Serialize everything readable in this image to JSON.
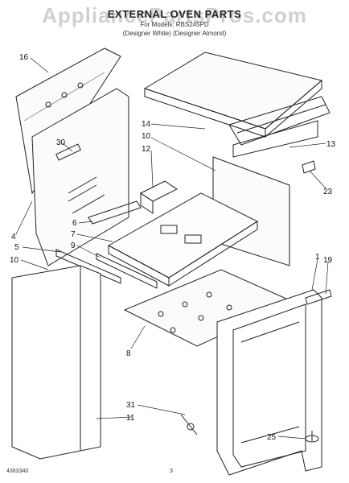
{
  "header": {
    "title": "EXTERNAL OVEN PARTS",
    "watermark": "AppliancePartsPros.com",
    "subtitle": "For Models: RBS245PD",
    "models": "(Designer White)  (Designer Almond)"
  },
  "callouts": [
    "16",
    "30",
    "14",
    "12",
    "10",
    "13",
    "23",
    "6",
    "7",
    "4",
    "5",
    "9",
    "10",
    "1",
    "19",
    "8",
    "31",
    "11",
    "25"
  ],
  "footer": {
    "doc_number": "4363340",
    "page_number": "3"
  }
}
